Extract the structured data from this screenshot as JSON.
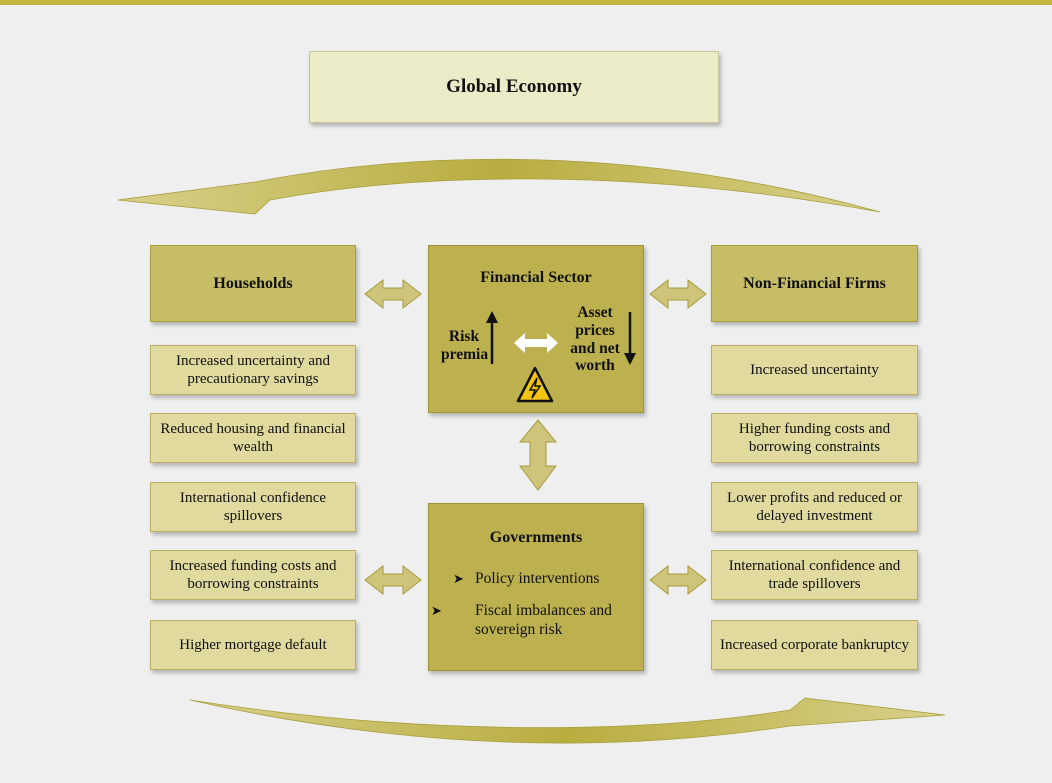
{
  "title": "Global Economy",
  "households": {
    "heading": "Households",
    "items": [
      "Increased uncertainty and precautionary savings",
      "Reduced housing and financial wealth",
      "International confidence spillovers",
      "Increased funding costs and borrowing constraints",
      "Higher mortgage default"
    ]
  },
  "financial": {
    "heading": "Financial Sector",
    "risk_premia": "Risk premia",
    "asset_prices": "Asset prices and net worth",
    "warning_icon": "lightning-warning-icon"
  },
  "firms": {
    "heading": "Non-Financial Firms",
    "items": [
      "Increased uncertainty",
      "Higher funding costs and borrowing constraints",
      "Lower profits and reduced or delayed investment",
      "International confidence and trade spillovers",
      "Increased corporate bankruptcy"
    ]
  },
  "governments": {
    "heading": "Governments",
    "items": [
      "Policy interventions",
      "Fiscal imbalances and sovereign risk"
    ]
  },
  "colors": {
    "heading_fill": "#c7bd66",
    "item_fill": "#e0da9f",
    "arrow_fill": "#bfb654",
    "title_fill": "#ecebc8",
    "accent_bar": "#c4b53e"
  }
}
